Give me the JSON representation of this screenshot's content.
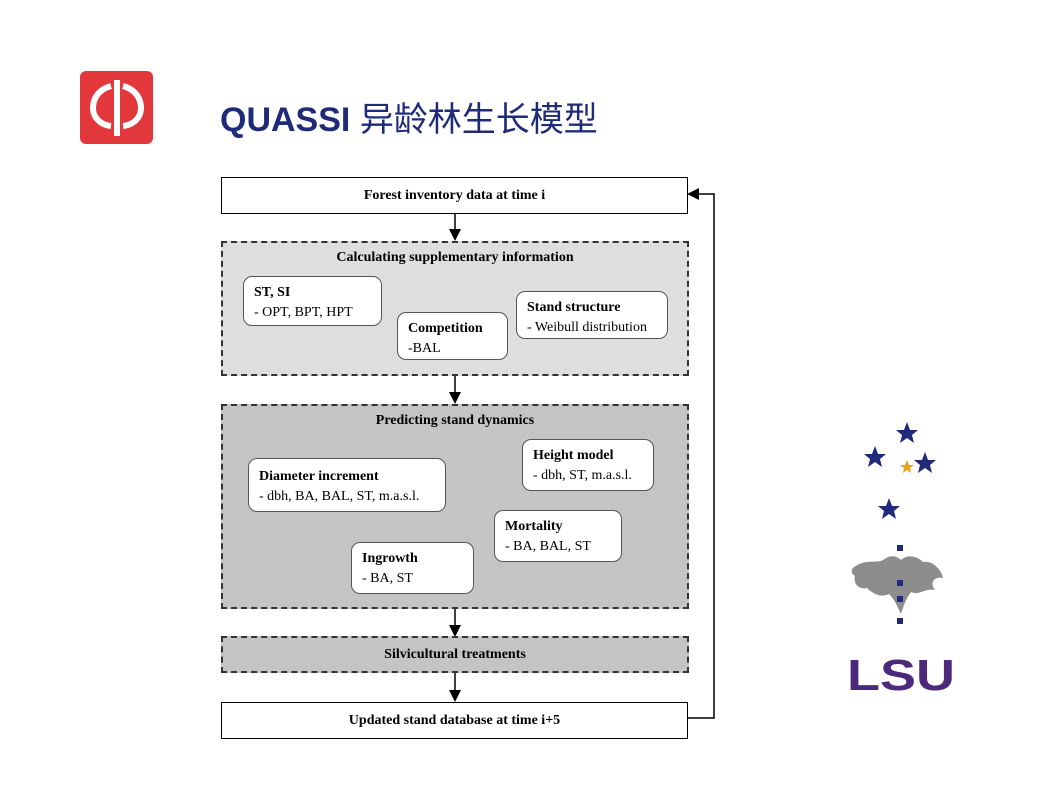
{
  "title": {
    "main": "QUASSI",
    "cn": "异龄林生长模型"
  },
  "logos": {
    "left": "phi-logo",
    "right_text": "LSU",
    "right_icons": [
      "star-icon",
      "helsinki-tree-emblem"
    ]
  },
  "flow": {
    "start": "Forest inventory data at time i",
    "supplementary": {
      "label": "Calculating supplementary information",
      "cards": [
        {
          "h": "ST, SI",
          "t": "- OPT, BPT, HPT"
        },
        {
          "h": "Competition",
          "t": "-BAL"
        },
        {
          "h": "Stand structure",
          "t": "- Weibull distribution"
        }
      ]
    },
    "dynamics": {
      "label": "Predicting stand dynamics",
      "cards": [
        {
          "h": "Diameter increment",
          "t": "- dbh, BA, BAL, ST, m.a.s.l."
        },
        {
          "h": "Height model",
          "t": "- dbh, ST, m.a.s.l."
        },
        {
          "h": "Mortality",
          "t": "- BA, BAL, ST"
        },
        {
          "h": "Ingrowth",
          "t": "- BA, ST"
        }
      ]
    },
    "silvicultural": "Silvicultural treatments",
    "end": "Updated stand database at time i+5"
  },
  "colors": {
    "title": "#1f2a78",
    "phi_bg": "#e2383b",
    "lsu": "#4b2a7b",
    "panel_light": "#dedede",
    "panel_dark": "#c4c4c4"
  }
}
